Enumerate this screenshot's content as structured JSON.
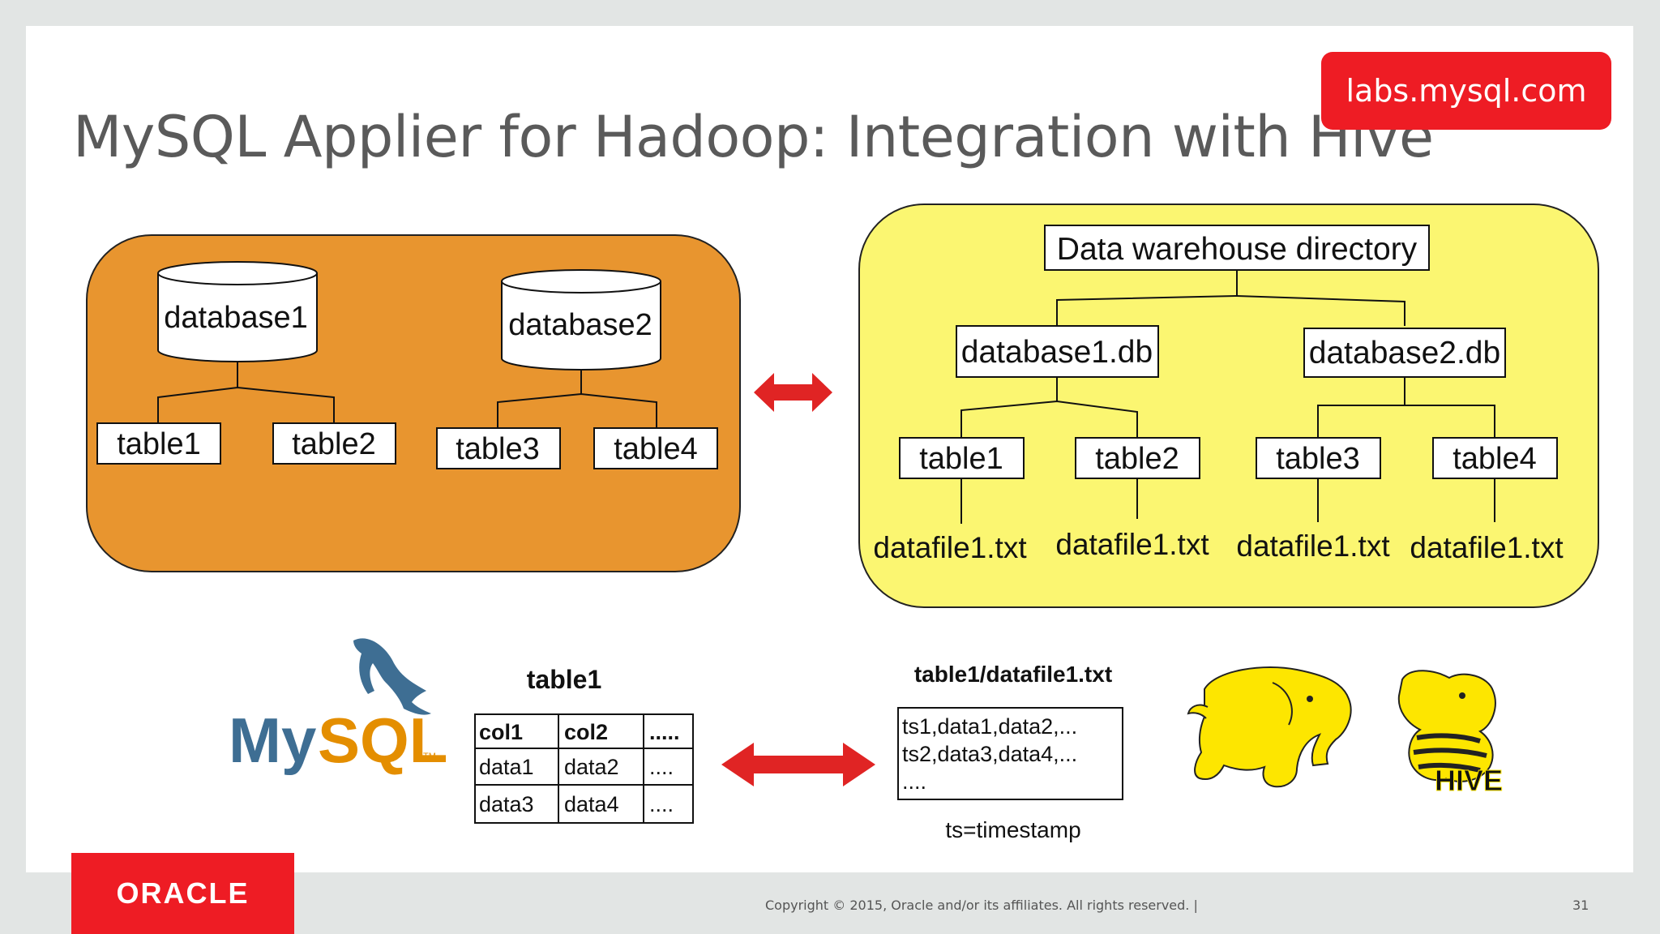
{
  "slide": {
    "title": "MySQL Applier for Hadoop: Integration with Hive",
    "badge": "labs.mysql.com",
    "copyright": "Copyright © 2015, Oracle and/or its affiliates. All rights reserved.  |",
    "page_number": "31",
    "logo_text": "ORACLE"
  },
  "mysql_side": {
    "databases": [
      {
        "name": "database1",
        "tables": [
          "table1",
          "table2"
        ]
      },
      {
        "name": "database2",
        "tables": [
          "table3",
          "table4"
        ]
      }
    ]
  },
  "hive_side": {
    "root": "Data warehouse directory",
    "databases": [
      {
        "name": "database1.db",
        "tables": [
          "table1",
          "table2"
        ]
      },
      {
        "name": "database2.db",
        "tables": [
          "table3",
          "table4"
        ]
      }
    ],
    "datafiles": [
      "datafile1.txt",
      "datafile1.txt",
      "datafile1.txt",
      "datafile1.txt"
    ]
  },
  "example": {
    "table_title": "table1",
    "table_rows": [
      [
        "col1",
        "col2",
        "....."
      ],
      [
        "data1",
        "data2",
        "...."
      ],
      [
        "data3",
        "data4",
        "...."
      ]
    ],
    "file_title": "table1/datafile1.txt",
    "file_lines": [
      "ts1,data1,data2,...",
      "ts2,data3,data4,...",
      "...."
    ],
    "file_note": "ts=timestamp"
  },
  "logos": {
    "mysql_my": "My",
    "mysql_sql": "SQL",
    "mysql_tm": "TM",
    "hive": "HIVE"
  },
  "colors": {
    "orange_panel": "#e8952f",
    "yellow_panel": "#fbf671",
    "arrow_red": "#e02424",
    "badge_red": "#ee1c24",
    "mysql_blue": "#3e6e93",
    "mysql_orange": "#e48e00",
    "elephant_yellow": "#fde600"
  }
}
